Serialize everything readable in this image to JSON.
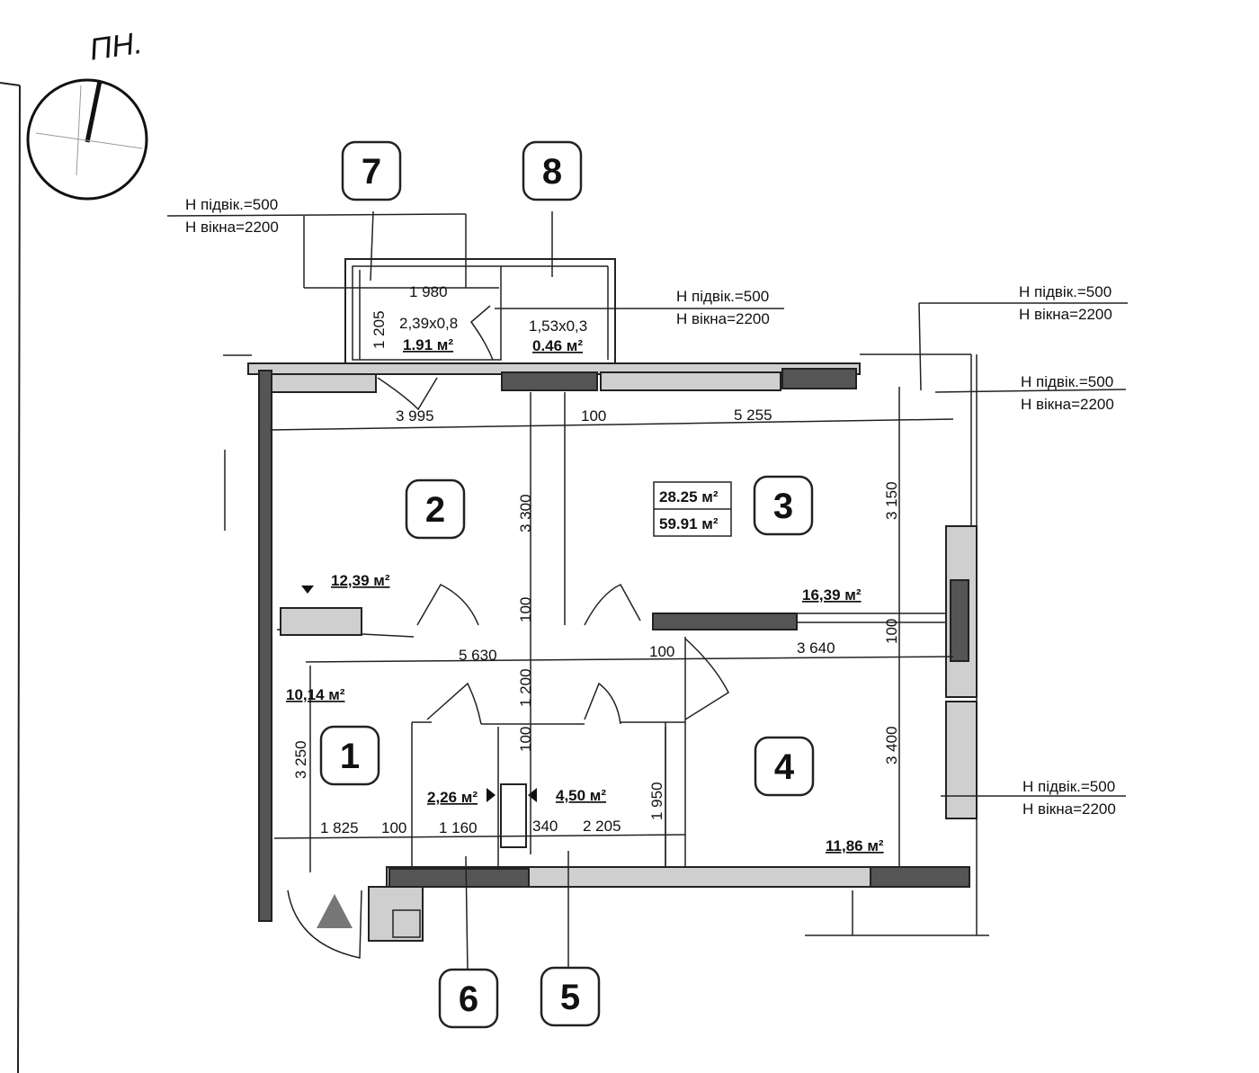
{
  "compass": {
    "label": "ПН."
  },
  "rooms": {
    "r1": {
      "num": "1",
      "area": "10,14 м²"
    },
    "r2": {
      "num": "2",
      "area": "12,39 м²"
    },
    "r3": {
      "num": "3",
      "area": "16,39 м²"
    },
    "r4": {
      "num": "4",
      "area": "11,86 м²"
    },
    "r5": {
      "num": "5",
      "area": "4,50 м²"
    },
    "r6": {
      "num": "6",
      "area": "2,26 м²"
    },
    "r7": {
      "num": "7",
      "size": "2,39х0,8",
      "area": "1.91 м²"
    },
    "r8": {
      "num": "8",
      "size": "1,53х0,3",
      "area": "0.46 м²"
    }
  },
  "totals": {
    "living": "28.25 м²",
    "total": "59.91 м²"
  },
  "window_notes": [
    {
      "sill": "Н підвік.=500",
      "window": "Н вікна=2200"
    },
    {
      "sill": "Н підвік.=500",
      "window": "Н вікна=2200"
    },
    {
      "sill": "Н підвік.=500",
      "window": "Н вікна=2200"
    },
    {
      "sill": "Н підвік.=500",
      "window": "Н вікна=2200"
    },
    {
      "sill": "Н підвік.=500",
      "window": "Н вікна=2200"
    }
  ],
  "dims": {
    "d1980": "1 980",
    "d1205": "1 205",
    "d3995": "3 995",
    "d100a": "100",
    "d5255": "5 255",
    "d3300": "3 300",
    "d3150": "3 150",
    "d100b": "100",
    "d5630": "5 630",
    "d100c": "100",
    "d3640": "3 640",
    "d100d": "100",
    "d1200": "1 200",
    "d100e": "100",
    "d3250": "3 250",
    "d3400": "3 400",
    "d1950": "1 950",
    "d1825": "1 825",
    "d100f": "100",
    "d1160": "1 160",
    "d340": "340",
    "d2205": "2 205"
  }
}
